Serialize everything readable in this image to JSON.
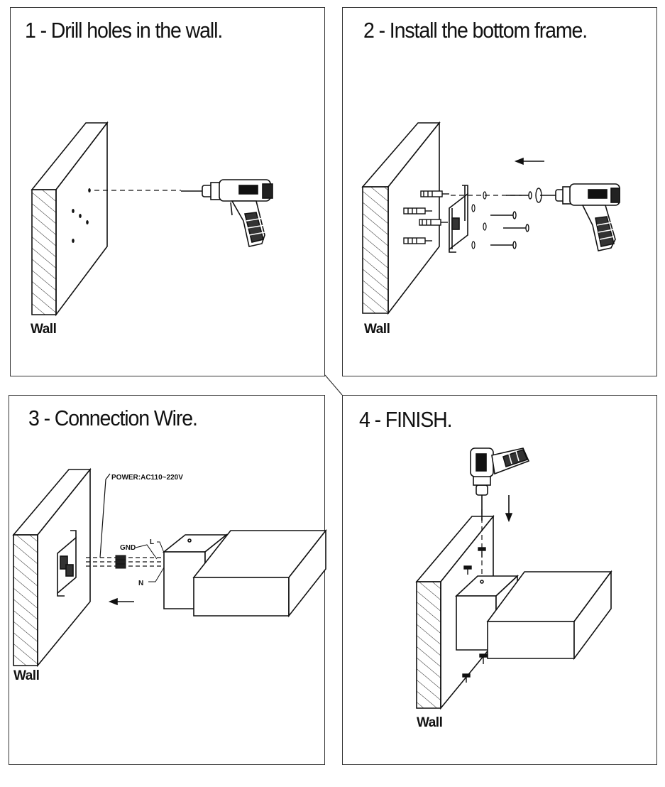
{
  "steps": [
    {
      "title": "1 - Drill holes in the wall.",
      "wall_label": "Wall"
    },
    {
      "title": "2 - Install the bottom frame.",
      "wall_label": "Wall"
    },
    {
      "title": "3 - Connection Wire.",
      "wall_label": "Wall",
      "power_label": "POWER:AC110~220V",
      "gnd_label": "GND",
      "l_label": "L",
      "n_label": "N"
    },
    {
      "title": "4 -  FINISH.",
      "wall_label": "Wall"
    }
  ],
  "colors": {
    "line": "#111111",
    "background": "#ffffff"
  }
}
